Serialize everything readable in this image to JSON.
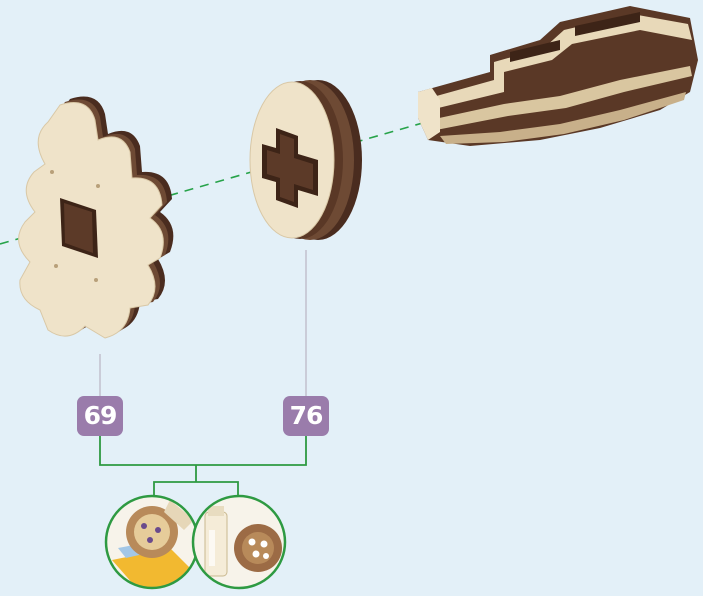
{
  "colors": {
    "background": "#e3f0f8",
    "wood_light": "#efe3c9",
    "wood_edge": "#6e4a34",
    "wood_dark": "#4a2c1f",
    "axis_line": "#27a34a",
    "connector_line": "#2e9a42",
    "badge_fill": "#9a7cab",
    "badge_text": "#ffffff"
  },
  "parts": [
    {
      "id": "69",
      "label": "69",
      "shape": "gear-with-square-hole"
    },
    {
      "id": "76",
      "label": "76",
      "shape": "round-disc-with-cross-hole"
    },
    {
      "id": "handle",
      "shape": "stepped-handle"
    }
  ],
  "axis_style": "dashed",
  "glue_icons": [
    "glue-application-icon",
    "glue-bottle-icon"
  ]
}
